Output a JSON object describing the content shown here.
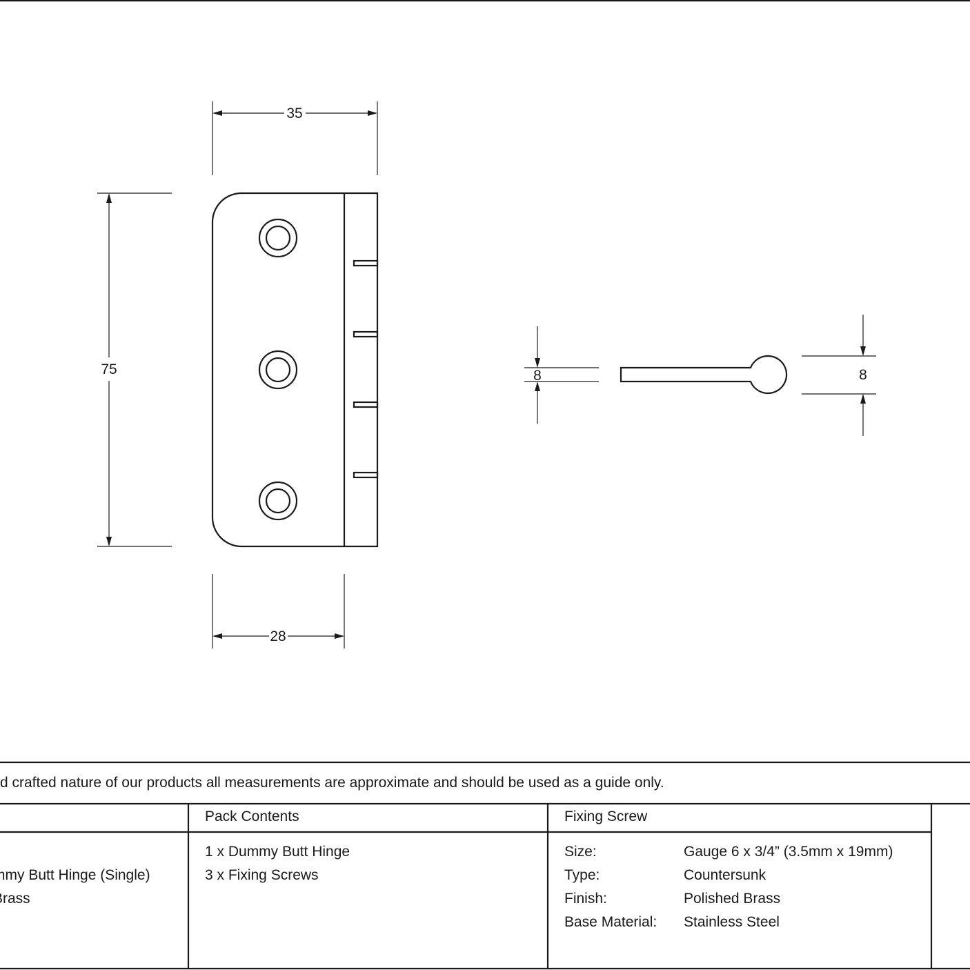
{
  "dimensions": {
    "plate_width": "35",
    "leaf_width": "28",
    "height": "75",
    "profile_left": "8",
    "profile_right": "8"
  },
  "notice": "d crafted nature of our products all measurements are approximate and should be used as a guide only.",
  "table": {
    "product_lines": [
      "mmy Butt Hinge (Single)",
      "Brass"
    ],
    "pack_contents": {
      "header": "Pack Contents",
      "items": [
        "1 x Dummy Butt Hinge",
        "3 x Fixing Screws"
      ]
    },
    "fixing_screw": {
      "header": "Fixing Screw",
      "rows": [
        {
          "label": "Size:",
          "value": "Gauge 6 x 3/4” (3.5mm x 19mm)"
        },
        {
          "label": "Type:",
          "value": "Countersunk"
        },
        {
          "label": "Finish:",
          "value": "Polished Brass"
        },
        {
          "label": "Base Material:",
          "value": "Stainless Steel"
        }
      ]
    }
  }
}
